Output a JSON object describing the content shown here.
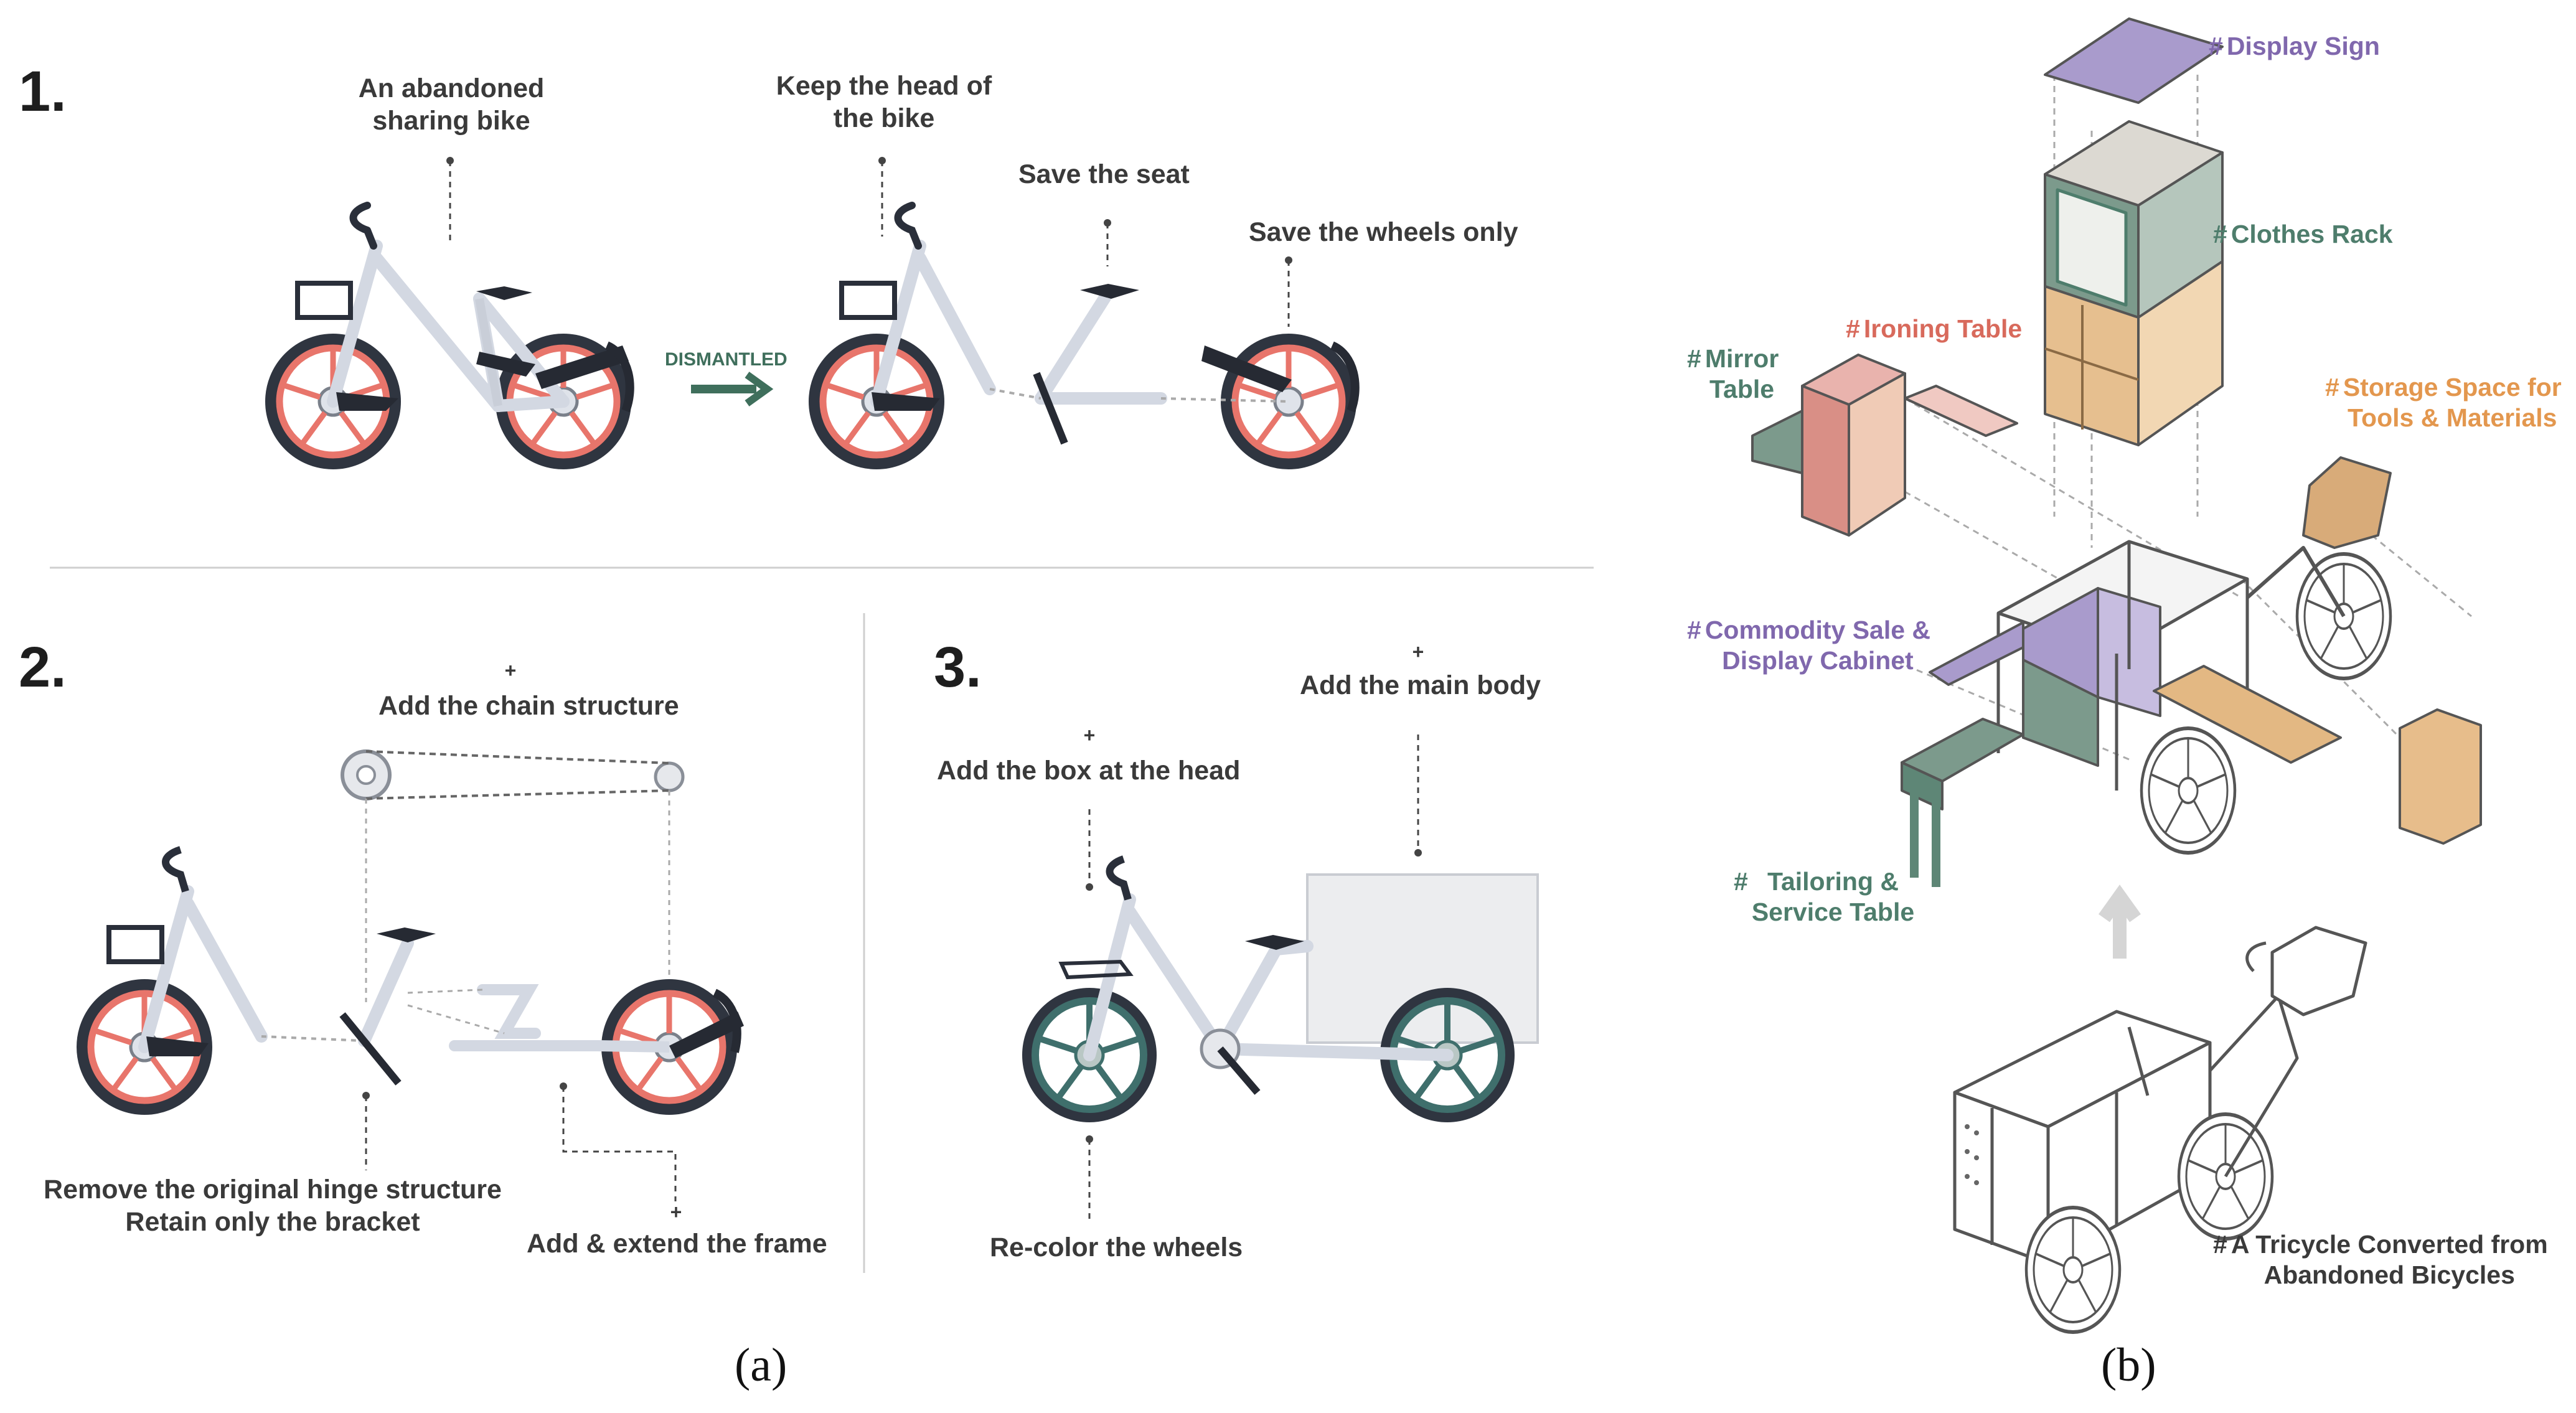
{
  "panel_a": {
    "step1": {
      "number": "1.",
      "abandoned_bike": "An abandoned\nsharing bike",
      "dismantled": "DISMANTLED",
      "keep_head": "Keep the head of\nthe bike",
      "save_seat": "Save the seat",
      "save_wheels": "Save the wheels only"
    },
    "step2": {
      "number": "2.",
      "plus": "+",
      "add_chain": "Add the chain structure",
      "remove_hinge": "Remove the original hinge structure\nRetain only the bracket",
      "add_frame": "Add & extend the frame"
    },
    "step3": {
      "number": "3.",
      "plus": "+",
      "add_box": "Add the box at the head",
      "add_main_body": "Add the main body",
      "recolor_wheels": "Re-color the wheels"
    },
    "caption": "(a)"
  },
  "panel_b": {
    "hash": "#",
    "display_sign": "Display Sign",
    "clothes_rack": "Clothes Rack",
    "ironing_table": "Ironing Table",
    "mirror_table": "Mirror\nTable",
    "storage_space": "Storage Space for\nTools & Materials",
    "commodity_sale": "Commodity Sale &\nDisplay Cabinet",
    "tailoring": "Tailoring &\nService Table",
    "tricycle": "A Tricycle Converted from\nAbandoned Bicycles",
    "caption": "(b)"
  },
  "colors": {
    "purple": "#8068ad",
    "green": "#4e7d6c",
    "red": "#d86a5c",
    "orange": "#e3974e",
    "wheel_red": "#e8756b",
    "wheel_teal": "#3f6f6c",
    "arrow_green": "#3f6f5c"
  }
}
